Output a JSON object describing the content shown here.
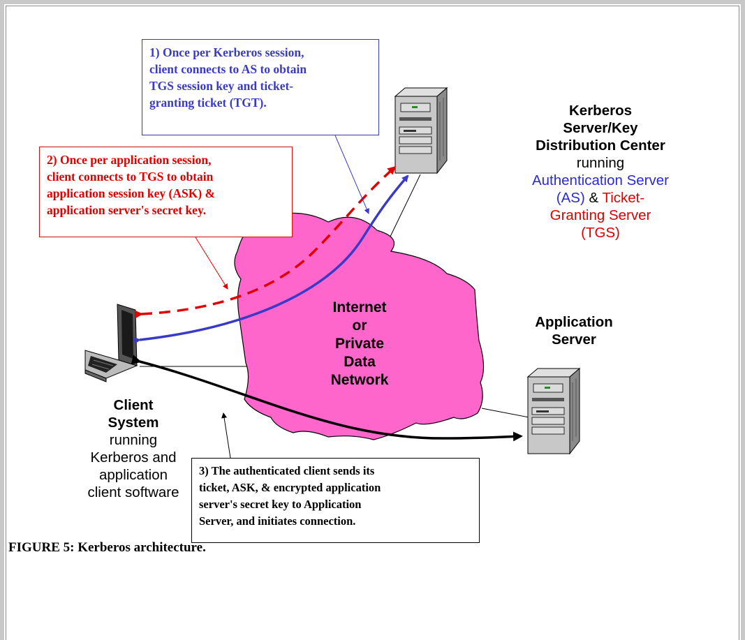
{
  "callouts": {
    "as_request": "1) Once per Kerberos session,\nclient connects to AS to obtain\nTGS session key and ticket-\ngranting ticket (TGT).",
    "tgs_request": "2) Once per application session,\nclient connects to TGS to obtain\napplication session key (ASK) &\napplication server's secret key.",
    "app_connect": "3) The authenticated client sends its\nticket, ASK, & encrypted application\nserver's secret key to Application\nServer, and initiates connection."
  },
  "kdc": {
    "line1": "Kerberos",
    "line2": "Server/Key",
    "line3": "Distribution Center",
    "line4": "running",
    "line5": "Authentication Server",
    "line6a": "(AS)",
    "line6b": " & ",
    "line6c": "Ticket-",
    "line7": "Granting Server",
    "line8": "(TGS)"
  },
  "app_server": {
    "line1": "Application",
    "line2": "Server"
  },
  "network": {
    "line1": "Internet",
    "line2": "or",
    "line3": "Private",
    "line4": "Data",
    "line5": "Network"
  },
  "client": {
    "line1": "Client",
    "line2": "System",
    "line3": "running",
    "line4": "Kerberos and",
    "line5": "application",
    "line6": "client software"
  },
  "caption": "FIGURE 5: Kerberos architecture.",
  "colors": {
    "as_blue": "#3a3ac8",
    "tgs_red": "#e00000",
    "network_fill": "#ff66cc",
    "frame": "#c8c8c8"
  },
  "icons": [
    "server-tower-icon",
    "laptop-icon",
    "network-cloud-icon"
  ]
}
